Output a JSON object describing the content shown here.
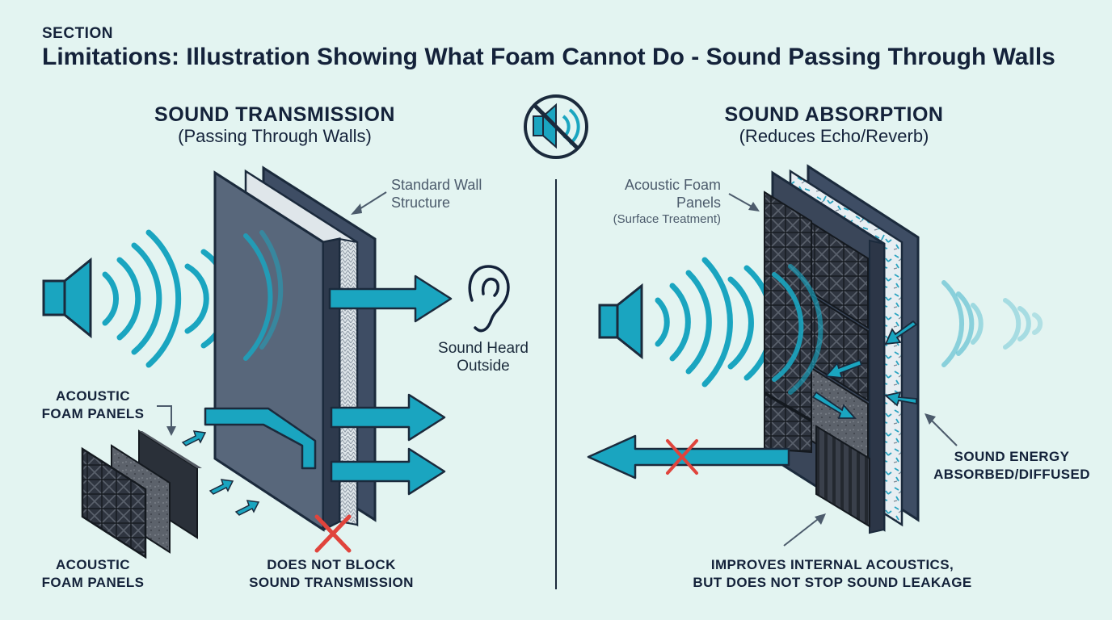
{
  "header": {
    "section": "SECTION",
    "title": "Limitations: Illustration Showing What Foam Cannot Do - Sound Passing Through Walls"
  },
  "left_panel": {
    "heading": "SOUND TRANSMISSION",
    "subheading": "(Passing Through Walls)",
    "wall_label": [
      "Standard Wall",
      "Structure"
    ],
    "ear_label": [
      "Sound Heard",
      "Outside"
    ],
    "foam_label_top": [
      "ACOUSTIC",
      "FOAM PANELS"
    ],
    "foam_label_bottom": [
      "ACOUSTIC",
      "FOAM PANELS"
    ],
    "bottom_caption": [
      "DOES NOT BLOCK",
      "SOUND TRANSMISSION"
    ]
  },
  "right_panel": {
    "heading": "SOUND ABSORPTION",
    "subheading": "(Reduces Echo/Reverb)",
    "foam_label": [
      "Acoustic Foam",
      "Panels"
    ],
    "foam_label_note": "(Surface Treatment)",
    "energy_label": [
      "SOUND ENERGY",
      "ABSORBED/DIFFUSED"
    ],
    "bottom_caption": [
      "IMPROVES INTERNAL ACOUSTICS,",
      "BUT DOES NOT STOP SOUND LEAKAGE"
    ]
  },
  "colors": {
    "background": "#e3f4f1",
    "sound_wave": "#1aa5c0",
    "wall_dark": "#3e4d64",
    "outline": "#1b2a3c",
    "cross": "#e0443c"
  },
  "icons": [
    "speaker-icon",
    "mute-sound-icon",
    "ear-icon",
    "cross-mark-icon",
    "arrow-icon"
  ]
}
